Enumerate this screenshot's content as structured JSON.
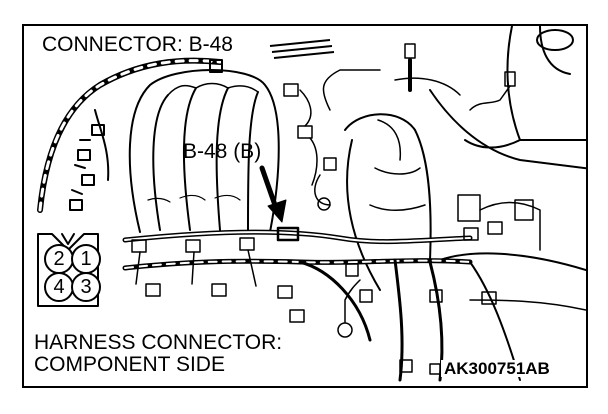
{
  "diagram": {
    "title": "CONNECTOR: B-48",
    "callout": "B-48 (B)",
    "harness_line1": "HARNESS CONNECTOR:",
    "harness_line2": "COMPONENT SIDE",
    "figure_id": "AK300751AB",
    "pins": [
      "2",
      "1",
      "4",
      "3"
    ]
  },
  "colors": {
    "line": "#000000",
    "background": "#ffffff"
  }
}
